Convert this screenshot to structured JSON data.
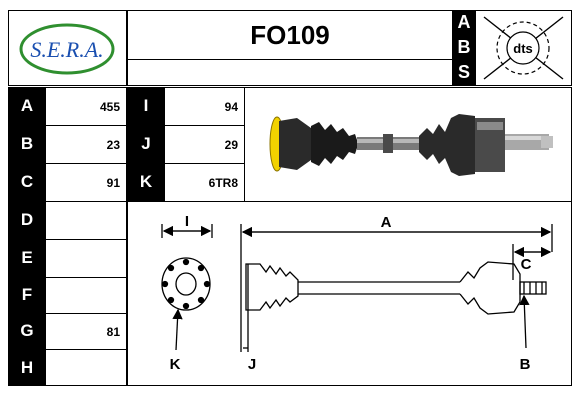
{
  "brand": {
    "logo_text": "S.E.R.A."
  },
  "header": {
    "part_number": "FO109",
    "abs_letters": [
      "A",
      "B",
      "S"
    ],
    "badge_text": "dts"
  },
  "specs": [
    {
      "label": "A",
      "value": "455"
    },
    {
      "label": "B",
      "value": "23"
    },
    {
      "label": "C",
      "value": "91"
    },
    {
      "label": "D",
      "value": ""
    },
    {
      "label": "E",
      "value": ""
    },
    {
      "label": "F",
      "value": ""
    },
    {
      "label": "G",
      "value": "81"
    },
    {
      "label": "H",
      "value": ""
    }
  ],
  "specs_right": [
    {
      "label": "I",
      "value": "94"
    },
    {
      "label": "J",
      "value": "29"
    },
    {
      "label": "K",
      "value": "6TR8"
    }
  ],
  "diagram_labels": {
    "I": "I",
    "A": "A",
    "C": "C",
    "K": "K",
    "J": "J",
    "B": "B"
  },
  "colors": {
    "accent_green": "#2f8f2f",
    "cap_yellow": "#f2d200",
    "line_black": "#000000"
  }
}
